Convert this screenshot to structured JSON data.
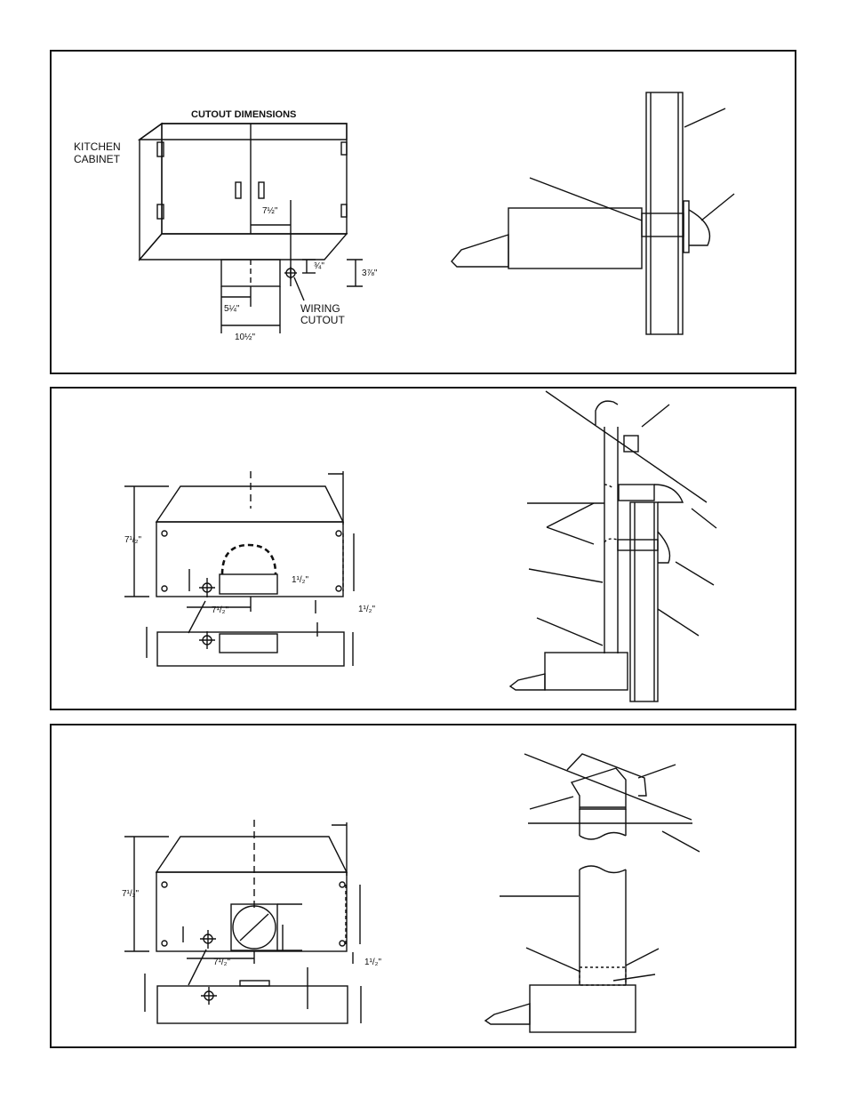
{
  "panel1": {
    "title": "CUTOUT DIMENSIONS",
    "cabinet_label_1": "KITCHEN",
    "cabinet_label_2": "CABINET",
    "dim_7_5": "7½\"",
    "dim_3_4": "¾\"",
    "dim_3_7_8": "3⅞\"",
    "dim_5_1_4": "5¼\"",
    "dim_10_1_2": "10½\"",
    "wiring_label_1": "WIRING",
    "wiring_label_2": "CUTOUT"
  },
  "panel2": {
    "dim_height": "7¹/₂\"",
    "dim_1_5_inner": "1¹/₂\"",
    "dim_7_5": "7¹/₂\"",
    "dim_1_5_outer": "1¹/₂\""
  },
  "panel3": {
    "dim_height": "7¹/₂\"",
    "dim_7_5": "7¹/₂\"",
    "dim_1_5_outer": "1¹/₂\""
  }
}
